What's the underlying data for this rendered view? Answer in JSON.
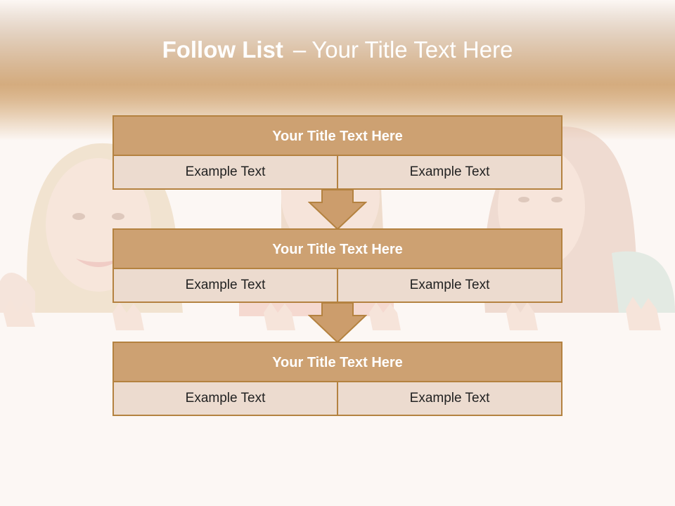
{
  "slide": {
    "title_bold": "Follow List",
    "title_dash": "–",
    "title_rest": "Your Title Text Here"
  },
  "blocks": [
    {
      "title": "Your Title Text Here",
      "left": "Example Text",
      "right": "Example Text"
    },
    {
      "title": "Your Title Text Here",
      "left": "Example Text",
      "right": "Example Text"
    },
    {
      "title": "Your Title Text Here",
      "left": "Example Text",
      "right": "Example Text"
    }
  ],
  "colors": {
    "header_dark": "#8e6438",
    "header_light": "#c89459",
    "box_title": "#cda172",
    "box_cell": "#ecdbcf",
    "border": "#b48240"
  },
  "icons": [
    "down-arrow-icon",
    "down-arrow-icon"
  ]
}
